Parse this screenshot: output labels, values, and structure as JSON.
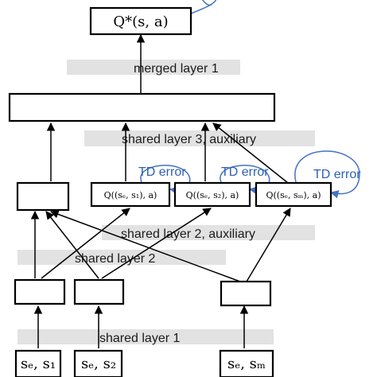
{
  "colors": {
    "td_error": "#2f5fb3",
    "band": "#e2e2e2"
  },
  "layers": {
    "merged": "merged layer 1",
    "shared3": "shared layer 3, auxiliary",
    "shared2_aux": "shared layer 2, auxiliary",
    "shared2": "shared layer 2",
    "shared1": "shared layer 1"
  },
  "output": {
    "label": "Q*(s, a)"
  },
  "aux_outputs": [
    {
      "label": "Q((sₑ, s₁), a)"
    },
    {
      "label": "Q((sₑ, s₂), a)"
    },
    {
      "label": "Q((sₑ, sₘ), a)"
    }
  ],
  "td_error": "TD error",
  "inputs": [
    {
      "label": "sₑ, s₁"
    },
    {
      "label": "sₑ, s₂"
    },
    {
      "label": "sₑ, sₘ"
    }
  ]
}
